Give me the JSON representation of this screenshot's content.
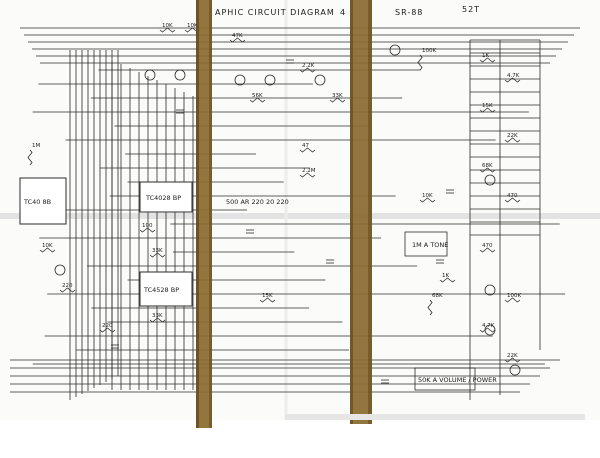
{
  "title_parts": {
    "left": "APHIC CIRCUIT DIAGRAM",
    "mid": "4",
    "model": "SR-88",
    "corner": "52T"
  },
  "ic_labels": {
    "u1": "TC4028 BP",
    "u2": "TC4528 BP",
    "u3": "TC40 8B"
  },
  "block_labels": {
    "tone": "1M A TONE",
    "volume": "50K A VOLUME / POWER",
    "pots": "500 AR 220 20 220"
  },
  "component_values": [
    "10K",
    "10K",
    "47K",
    "2.2K",
    "33K",
    "100K",
    "1K",
    "4.7K",
    "15K",
    "22K",
    "68K",
    "470",
    "1M",
    "10K",
    "220",
    "100",
    "33K",
    "47",
    "2.2M",
    "56K",
    "10K",
    "1K",
    "470",
    "100K",
    "4.7K",
    "22K",
    "220",
    "33K",
    "15K",
    "68K"
  ],
  "colors": {
    "ink": "#2b2b2b",
    "tape": "#8a6a2e",
    "tape_dark": "#5e4419",
    "paper": "#ffffff",
    "fold": "#d9d9d9"
  }
}
